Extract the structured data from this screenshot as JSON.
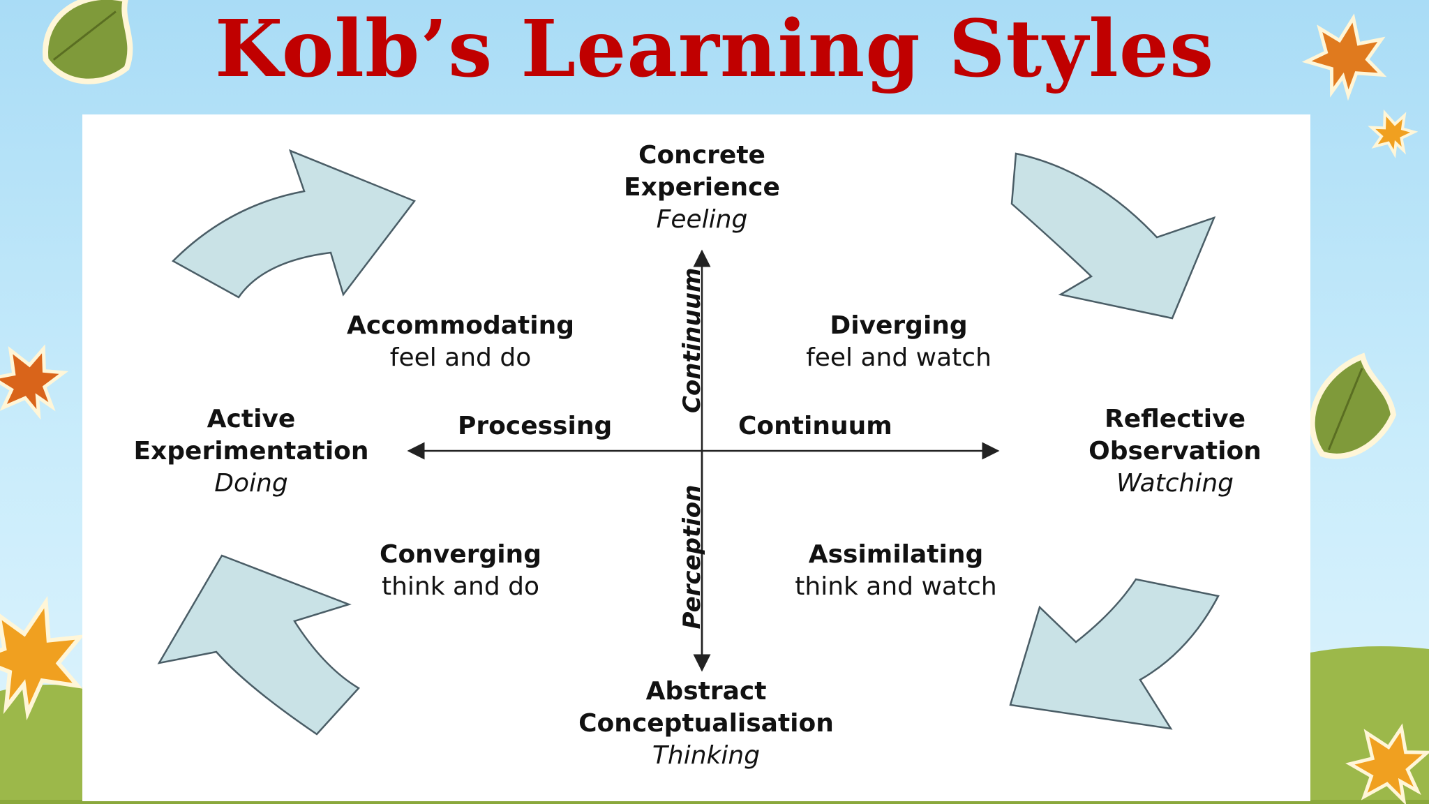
{
  "title": "Kolb’s Learning Styles",
  "colors": {
    "title": "#c00000",
    "arrow_fill": "#c9e2e6",
    "arrow_stroke": "#4a5d66",
    "sky_top": "#a9dcf6",
    "grass": "#9cb84a"
  },
  "poles": {
    "top": {
      "line1": "Concrete",
      "line2": "Experience",
      "mode": "Feeling"
    },
    "bottom": {
      "line1": "Abstract",
      "line2": "Conceptualisation",
      "mode": "Thinking"
    },
    "left": {
      "line1": "Active",
      "line2": "Experimentation",
      "mode": "Doing"
    },
    "right": {
      "line1": "Reflective",
      "line2": "Observation",
      "mode": "Watching"
    }
  },
  "quadrants": {
    "top_left": {
      "name": "Accommodating",
      "desc": "feel and do"
    },
    "top_right": {
      "name": "Diverging",
      "desc": "feel and watch"
    },
    "bottom_left": {
      "name": "Converging",
      "desc": "think and do"
    },
    "bottom_right": {
      "name": "Assimilating",
      "desc": "think and watch"
    }
  },
  "axis_labels": {
    "horizontal_left": "Processing",
    "horizontal_right": "Continuum",
    "vertical_top": "Continuum",
    "vertical_bottom": "Perception"
  },
  "icons": [
    "leaf-icon",
    "curved-arrow-icon"
  ]
}
